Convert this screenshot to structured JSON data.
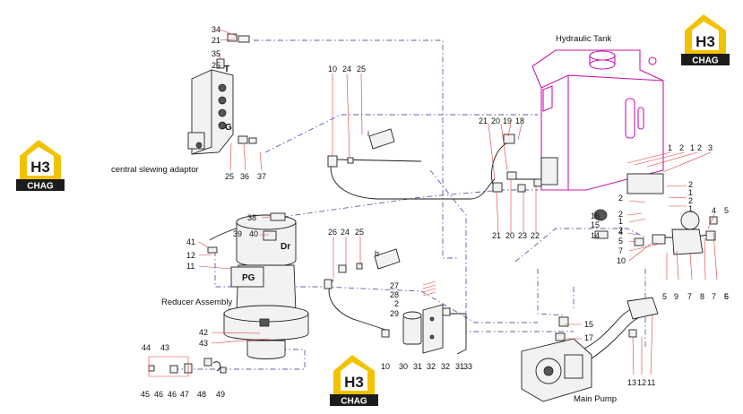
{
  "logo": {
    "mark": "H3",
    "word": "CHAG",
    "colors": {
      "roof": "#f2c200",
      "ink": "#1c1c1c",
      "white": "#ffffff"
    }
  },
  "captions": {
    "hydraulic_tank": "Hydraulic Tank",
    "central_slewing_adaptor": "central slewing adaptor",
    "reducer_assembly": "Reducer Assembly",
    "main_pump": "Main Pump"
  },
  "port_labels": {
    "t": "T",
    "g": "G",
    "dr": "Dr",
    "pg": "PG",
    "i": "i",
    "b": "b"
  },
  "callouts": {
    "swivel_top": [
      "34",
      "21",
      "35",
      "25"
    ],
    "swivel_bottom": [
      "25",
      "36",
      "37"
    ],
    "center_top": [
      "10",
      "24",
      "25"
    ],
    "center_mid": [
      "38",
      "39",
      "40"
    ],
    "reducer_left": [
      "41",
      "12",
      "11"
    ],
    "reducer_mid": [
      "26",
      "24",
      "25"
    ],
    "reducer_bottom": [
      "42",
      "43"
    ],
    "fitting_set_top": [
      "44",
      "43"
    ],
    "fitting_set_bottom": [
      "45",
      "46",
      "46",
      "47",
      "48",
      "49"
    ],
    "filter_stack": [
      "27",
      "28",
      "2",
      "29"
    ],
    "filter_bottom": [
      "10",
      "30",
      "31",
      "32",
      "32",
      "31",
      "33"
    ],
    "tank_top_left": [
      "21",
      "20",
      "19",
      "18"
    ],
    "tank_bottom_left": [
      "21",
      "20",
      "23",
      "22"
    ],
    "tank_right_top": [
      "1",
      "2",
      "1",
      "2",
      "3"
    ],
    "tank_right_col": [
      "2",
      "1",
      "2",
      "1"
    ],
    "tank_inner_left": [
      "2",
      "16",
      "2",
      "15",
      "1",
      "2",
      "14",
      "4"
    ],
    "valve_right": [
      "4",
      "5",
      "5",
      "7",
      "10"
    ],
    "valve_bottom": [
      "5",
      "9",
      "7",
      "8",
      "7",
      "6",
      "5"
    ],
    "pump": [
      "15",
      "17"
    ],
    "pump_right": [
      "13",
      "12",
      "11"
    ]
  }
}
